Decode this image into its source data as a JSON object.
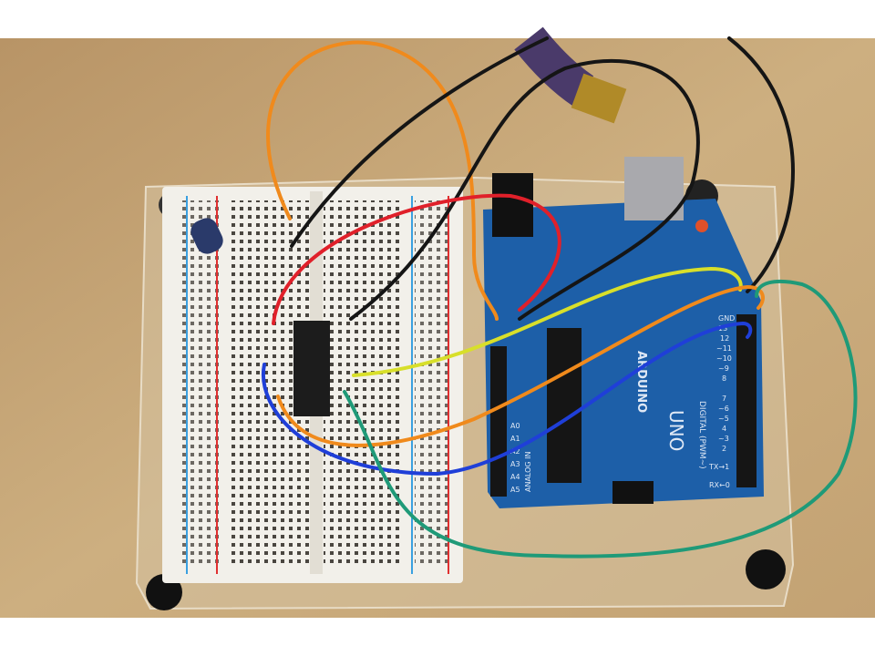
{
  "photo": {
    "board_logo": "ARDUINO",
    "board_model": "UNO",
    "digital_label": "DIGITAL (PWM~)",
    "analog_label": "ANALOG IN",
    "digital_pins": [
      "GND",
      "13",
      "12",
      "~11",
      "~10",
      "~9",
      "8",
      "7",
      "~6",
      "~5",
      "4",
      "~3",
      "2",
      "TX→1",
      "RX←0"
    ],
    "analog_pins": [
      "A0",
      "A1",
      "A2",
      "A3",
      "A4",
      "A5"
    ],
    "colors": {
      "table": "#c9a97a",
      "pcb": "#1d5fa8",
      "breadboard": "#f2f0ea",
      "wire_orange": "#f08a1c",
      "wire_black": "#151515",
      "wire_red": "#e0202a",
      "wire_yellow": "#d8df2a",
      "wire_blue": "#1f3fd8",
      "wire_green": "#1f9a78"
    }
  }
}
